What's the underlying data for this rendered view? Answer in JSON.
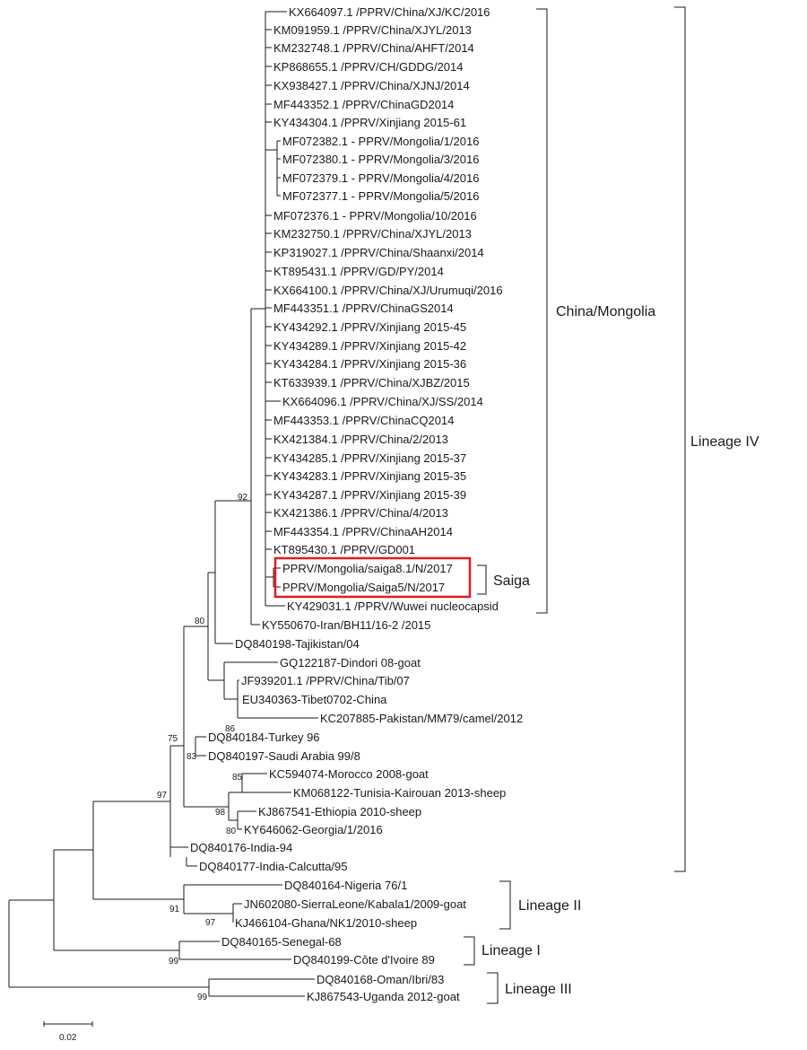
{
  "tree": {
    "leaves": [
      "KX664097.1 /PPRV/China/XJ/KC/2016",
      "KM091959.1 /PPRV/China/XJYL/2013",
      "KM232748.1 /PPRV/China/AHFT/2014",
      "KP868655.1 /PPRV/CH/GDDG/2014",
      "KX938427.1 /PPRV/China/XJNJ/2014",
      "MF443352.1 /PPRV/ChinaGD2014",
      "KY434304.1 /PPRV/Xinjiang 2015-61",
      "MF072382.1 - PPRV/Mongolia/1/2016",
      "MF072380.1 - PPRV/Mongolia/3/2016",
      "MF072379.1 - PPRV/Mongolia/4/2016",
      "MF072377.1 - PPRV/Mongolia/5/2016",
      "MF072376.1 - PPRV/Mongolia/10/2016",
      "KM232750.1 /PPRV/China/XJYL/2013",
      "KP319027.1 /PPRV/China/Shaanxi/2014",
      "KT895431.1 /PPRV/GD/PY/2014",
      "KX664100.1 /PPRV/China/XJ/Urumuqi/2016",
      "MF443351.1 /PPRV/ChinaGS2014",
      "KY434292.1 /PPRV/Xinjiang 2015-45",
      "KY434289.1 /PPRV/Xinjiang 2015-42",
      "KY434284.1 /PPRV/Xinjiang 2015-36",
      "KT633939.1 /PPRV/China/XJBZ/2015",
      "KX664096.1 /PPRV/China/XJ/SS/2014",
      "MF443353.1 /PPRV/ChinaCQ2014",
      "KX421384.1 /PPRV/China/2/2013",
      "KY434285.1 /PPRV/Xinjiang 2015-37",
      "KY434283.1 /PPRV/Xinjiang 2015-35",
      "KY434287.1 /PPRV/Xinjiang 2015-39",
      "KX421386.1 /PPRV/China/4/2013",
      "MF443354.1 /PPRV/ChinaAH2014",
      "KT895430.1 /PPRV/GD001",
      "PPRV/Mongolia/saiga8.1/N/2017",
      "PPRV/Mongolia/Saiga5/N/2017",
      "KY429031.1 /PPRV/Wuwei nucleocapsid",
      "KY550670-Iran/BH11/16-2 /2015",
      "DQ840198-Tajikistan/04",
      "GQ122187-Dindori 08-goat",
      "JF939201.1 /PPRV/China/Tib/07",
      "EU340363-Tibet0702-China",
      "KC207885-Pakistan/MM79/camel/2012",
      "DQ840184-Turkey 96",
      "DQ840197-Saudi Arabia 99/8",
      "KC594074-Morocco 2008-goat",
      "KM068122-Tunisia-Kairouan 2013-sheep",
      "KJ867541-Ethiopia 2010-sheep",
      "KY646062-Georgia/1/2016",
      "DQ840176-India-94",
      "DQ840177-India-Calcutta/95",
      "DQ840164-Nigeria 76/1",
      "JN602080-SierraLeone/Kabala1/2009-goat",
      "KJ466104-Ghana/NK1/2010-sheep",
      "DQ840165-Senegal-68",
      "DQ840199-Côte d'Ivoire 89",
      "DQ840168-Oman/Ibri/83",
      "KJ867543-Uganda 2012-goat"
    ],
    "bootstrap": [
      "92",
      "80",
      "86",
      "75",
      "83",
      "85",
      "97",
      "98",
      "80",
      "91",
      "97",
      "99",
      "99"
    ],
    "clades": {
      "china_mongolia": "China/Mongolia",
      "saiga": "Saiga",
      "lineage_iv": "Lineage IV",
      "lineage_ii": "Lineage II",
      "lineage_i": "Lineage I",
      "lineage_iii": "Lineage III"
    },
    "scale_bar": "0.02",
    "colors": {
      "highlight": "#e41a1c",
      "line": "#1a1a1a"
    }
  }
}
